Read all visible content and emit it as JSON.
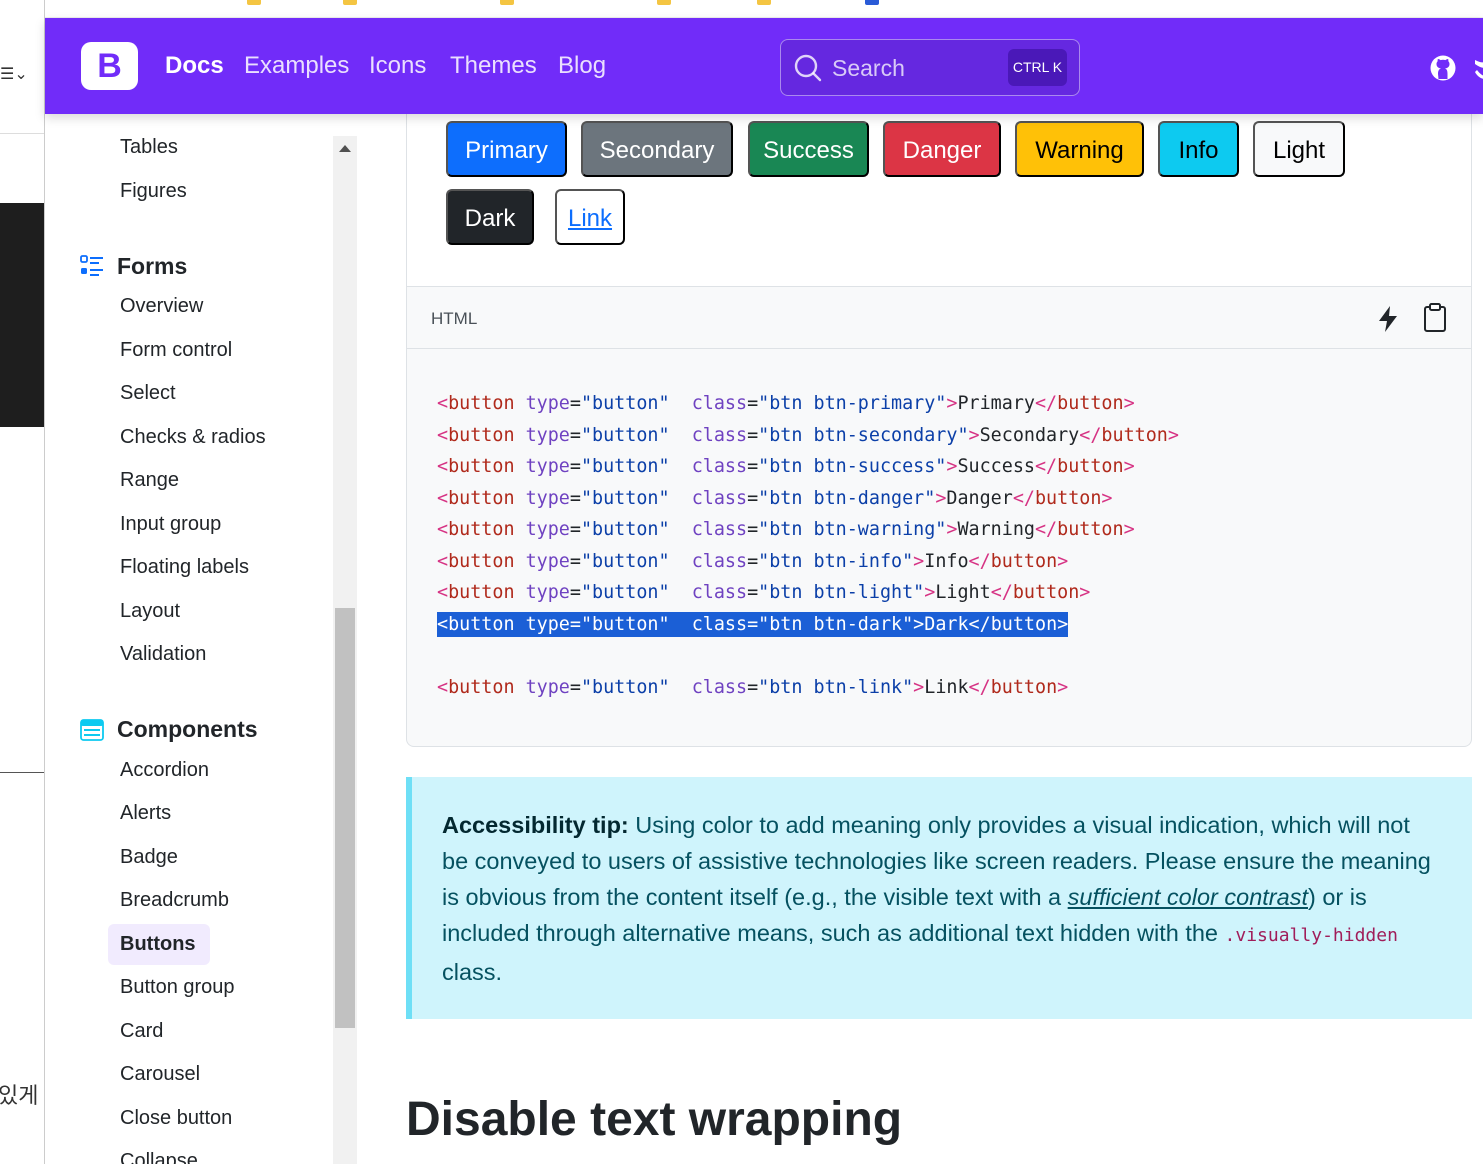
{
  "colors": {
    "brand": "#712cf9",
    "primary": "#0d6efd",
    "secondary": "#6c757d",
    "success": "#198754",
    "danger": "#dc3545",
    "warning": "#ffc107",
    "info": "#0dcaf0",
    "light": "#f8f9fa",
    "dark": "#212529"
  },
  "background_window": {
    "menu_glyph": "☰⌄",
    "korean_text": "있게"
  },
  "navbar": {
    "logo": "B",
    "links": [
      "Docs",
      "Examples",
      "Icons",
      "Themes",
      "Blog"
    ],
    "active_link": "Docs",
    "search": {
      "placeholder": "Search",
      "shortcut": "CTRL K"
    },
    "icons": [
      "github-icon",
      "twitter-icon"
    ]
  },
  "sidebar": {
    "top_items": [
      "Tables",
      "Figures"
    ],
    "forms": {
      "heading": "Forms",
      "icon": "list-icon",
      "items": [
        "Overview",
        "Form control",
        "Select",
        "Checks & radios",
        "Range",
        "Input group",
        "Floating labels",
        "Layout",
        "Validation"
      ]
    },
    "components": {
      "heading": "Components",
      "icon": "menu-button-icon",
      "items": [
        "Accordion",
        "Alerts",
        "Badge",
        "Breadcrumb",
        "Buttons",
        "Button group",
        "Card",
        "Carousel",
        "Close button",
        "Collapse"
      ],
      "active": "Buttons"
    }
  },
  "example": {
    "buttons": [
      "Primary",
      "Secondary",
      "Success",
      "Danger",
      "Warning",
      "Info",
      "Light",
      "Dark",
      "Link"
    ]
  },
  "code": {
    "language": "HTML",
    "lines": [
      {
        "cls": "btn btn-primary",
        "label": "Primary"
      },
      {
        "cls": "btn btn-secondary",
        "label": "Secondary"
      },
      {
        "cls": "btn btn-success",
        "label": "Success"
      },
      {
        "cls": "btn btn-danger",
        "label": "Danger"
      },
      {
        "cls": "btn btn-warning",
        "label": "Warning"
      },
      {
        "cls": "btn btn-info",
        "label": "Info"
      },
      {
        "cls": "btn btn-light",
        "label": "Light"
      },
      {
        "cls": "btn btn-dark",
        "label": "Dark"
      },
      {
        "cls": "btn btn-link",
        "label": "Link"
      }
    ],
    "selected_index": 7
  },
  "callout": {
    "strong": "Accessibility tip:",
    "text1": " Using color to add meaning only provides a visual indication, which will not be conveyed to users of assistive technologies like screen readers. Please ensure the meaning is obvious from the content itself (e.g., the visible text with a ",
    "link": "sufficient color contrast",
    "text2": ") or is included through alternative means, such as additional text hidden with the ",
    "code": ".visually-hidden",
    "text3": " class."
  },
  "section_heading": "Disable text wrapping"
}
